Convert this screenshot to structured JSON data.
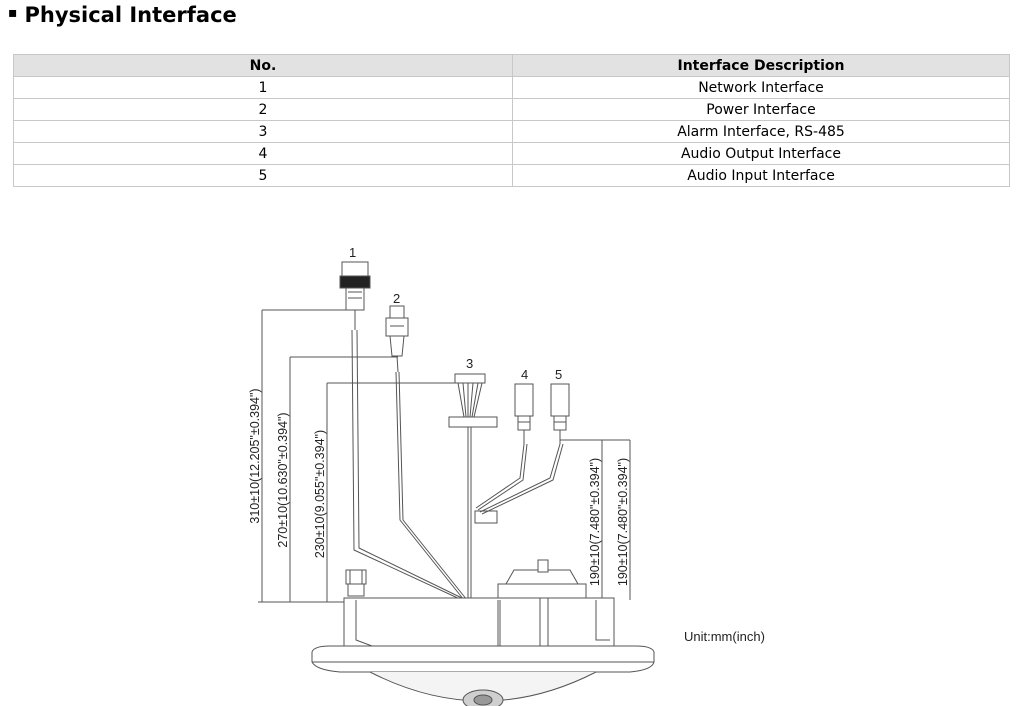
{
  "page": {
    "bullet": "▪",
    "title": "Physical Interface"
  },
  "table": {
    "headers": [
      "No.",
      "Interface Description"
    ],
    "rows": [
      [
        "1",
        "Network Interface"
      ],
      [
        "2",
        "Power Interface"
      ],
      [
        "3",
        "Alarm Interface, RS-485"
      ],
      [
        "4",
        "Audio Output Interface"
      ],
      [
        "5",
        "Audio Input Interface"
      ]
    ]
  },
  "drawing": {
    "callouts": [
      "1",
      "2",
      "3",
      "4",
      "5"
    ],
    "dimensions": [
      "310±10(12.205\"±0.394\")",
      "270±10(10.630\"±0.394\")",
      "230±10(9.055\"±0.394\")",
      "190±10(7.480\"±0.394\")",
      "190±10(7.480\"±0.394\")"
    ],
    "unit": "Unit:mm(inch)"
  }
}
